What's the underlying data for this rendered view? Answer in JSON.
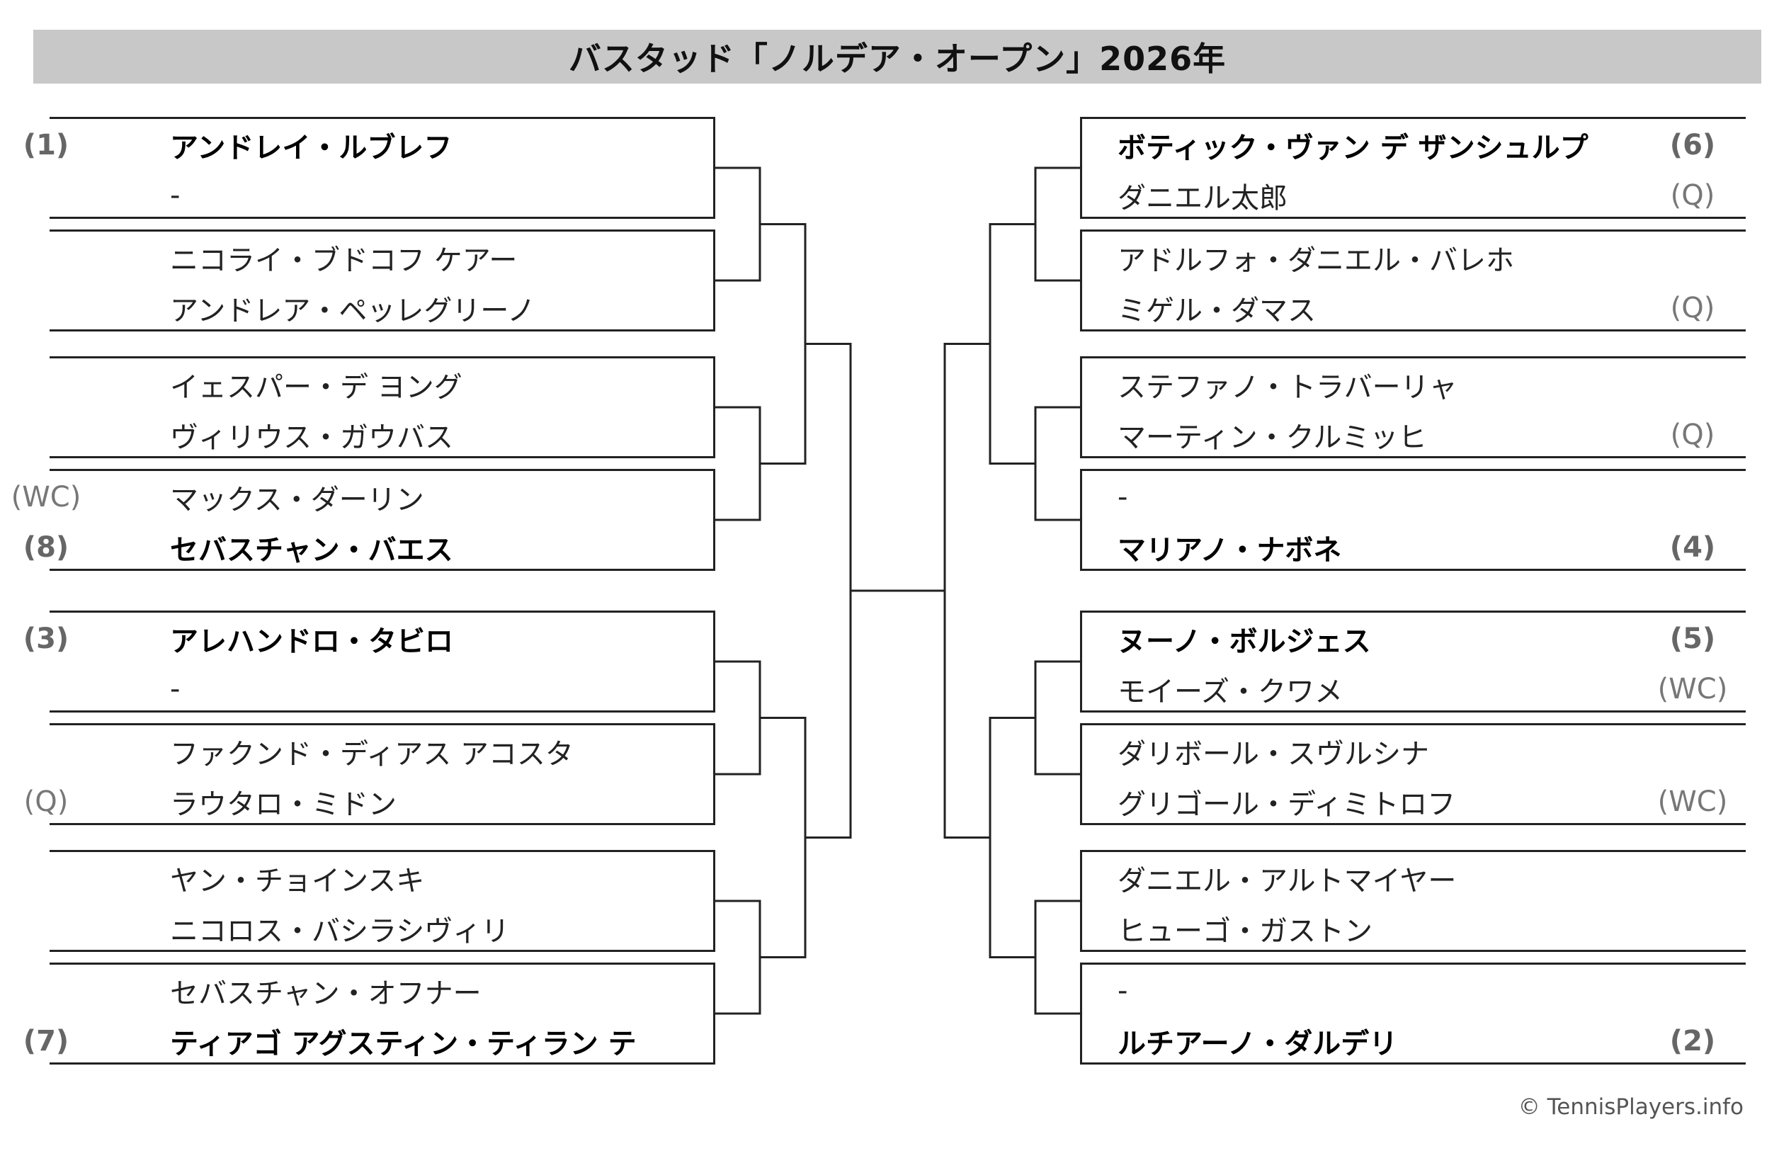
{
  "title": "バスタッド「ノルデア・オープン」2026年",
  "footer": "© TennisPlayers.info",
  "left": [
    [
      {
        "seed": "(1)",
        "name": "アンドレイ・ルブレフ",
        "bold": true
      },
      {
        "seed": "",
        "name": "-",
        "bold": false
      }
    ],
    [
      {
        "seed": "",
        "name": "ニコライ・ブドコフ ケアー",
        "bold": false
      },
      {
        "seed": "",
        "name": "アンドレア・ペッレグリーノ",
        "bold": false
      }
    ],
    [
      {
        "seed": "",
        "name": "イェスパー・デ ヨング",
        "bold": false
      },
      {
        "seed": "",
        "name": "ヴィリウス・ガウバス",
        "bold": false
      }
    ],
    [
      {
        "seed": "(WC)",
        "name": "マックス・ダーリン",
        "bold": false
      },
      {
        "seed": "(8)",
        "name": "セバスチャン・バエス",
        "bold": true
      }
    ],
    [
      {
        "seed": "(3)",
        "name": "アレハンドロ・タビロ",
        "bold": true
      },
      {
        "seed": "",
        "name": "-",
        "bold": false
      }
    ],
    [
      {
        "seed": "",
        "name": "ファクンド・ディアス アコスタ",
        "bold": false
      },
      {
        "seed": "(Q)",
        "name": "ラウタロ・ミドン",
        "bold": false
      }
    ],
    [
      {
        "seed": "",
        "name": "ヤン・チョインスキ",
        "bold": false
      },
      {
        "seed": "",
        "name": "ニコロス・バシラシヴィリ",
        "bold": false
      }
    ],
    [
      {
        "seed": "",
        "name": "セバスチャン・オフナー",
        "bold": false
      },
      {
        "seed": "(7)",
        "name": "ティアゴ アグスティン・ティラン テ",
        "bold": true
      }
    ]
  ],
  "right": [
    [
      {
        "seed": "(6)",
        "name": "ボティック・ヴァン デ ザンシュルプ",
        "bold": true
      },
      {
        "seed": "(Q)",
        "name": "ダニエル太郎",
        "bold": false
      }
    ],
    [
      {
        "seed": "",
        "name": "アドルフォ・ダニエル・バレホ",
        "bold": false
      },
      {
        "seed": "(Q)",
        "name": "ミゲル・ダマス",
        "bold": false
      }
    ],
    [
      {
        "seed": "",
        "name": "ステファノ・トラバーリャ",
        "bold": false
      },
      {
        "seed": "(Q)",
        "name": "マーティン・クルミッヒ",
        "bold": false
      }
    ],
    [
      {
        "seed": "",
        "name": "-",
        "bold": false
      },
      {
        "seed": "(4)",
        "name": "マリアノ・ナボネ",
        "bold": true
      }
    ],
    [
      {
        "seed": "(5)",
        "name": "ヌーノ・ボルジェス",
        "bold": true
      },
      {
        "seed": "(WC)",
        "name": "モイーズ・クワメ",
        "bold": false
      }
    ],
    [
      {
        "seed": "",
        "name": "ダリボール・スヴルシナ",
        "bold": false
      },
      {
        "seed": "(WC)",
        "name": "グリゴール・ディミトロフ",
        "bold": false
      }
    ],
    [
      {
        "seed": "",
        "name": "ダニエル・アルトマイヤー",
        "bold": false
      },
      {
        "seed": "",
        "name": "ヒューゴ・ガストン",
        "bold": false
      }
    ],
    [
      {
        "seed": "",
        "name": "-",
        "bold": false
      },
      {
        "seed": "(2)",
        "name": "ルチアーノ・ダルデリ",
        "bold": true
      }
    ]
  ]
}
